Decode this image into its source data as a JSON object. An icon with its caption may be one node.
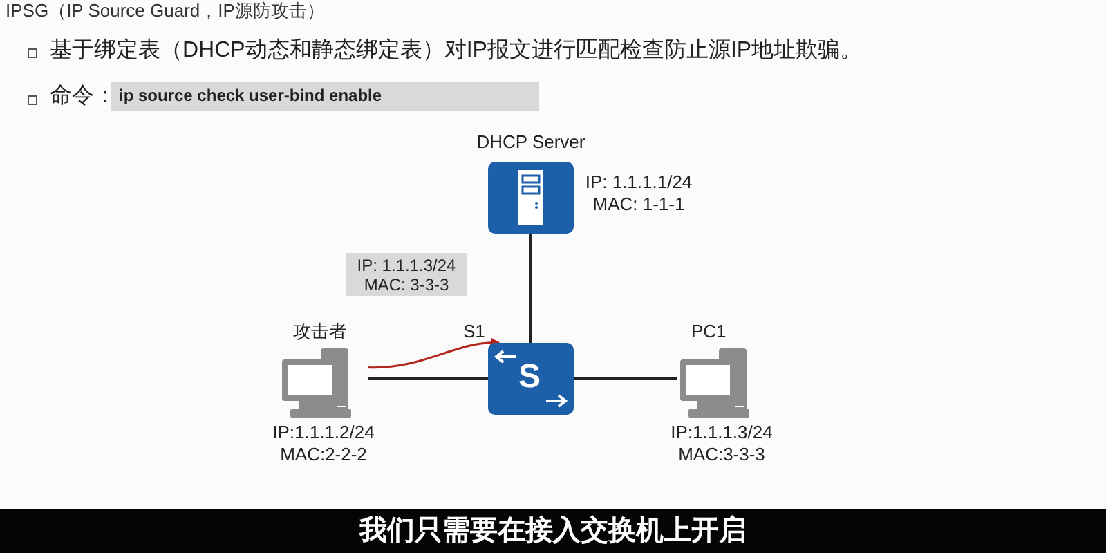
{
  "diagram": {
    "title": "IPSG（IP Source Guard，IP源防攻击）",
    "caption": "我们只需要在接入交换机上开启",
    "nodes": [
      {
        "text": [
          "DHCP Server"
        ],
        "beside": [
          "IP: 1.1.1.1/24 MAC: 1-1-1"
        ]
      },
      {
        "text": [
          "S1",
          "S"
        ]
      },
      {
        "text": [
          "攻击者"
        ],
        "beside": [
          "IP:1.1.1.2/24 MAC:2-2-2"
        ]
      },
      {
        "text": [
          "PC1"
        ],
        "beside": [
          "IP:1.1.1.3/24 MAC:3-3-3"
        ]
      },
      {
        "text": [
          "IP: 1.1.1.3/24 MAC: 3-3-3"
        ]
      }
    ],
    "edges": [
      {
        "from": 0,
        "to": 1,
        "arrow": "none"
      },
      {
        "from": 2,
        "to": 1,
        "arrow": "none"
      },
      {
        "from": 1,
        "to": 3,
        "arrow": "none"
      },
      {
        "from": 2,
        "to": 1,
        "arrow": "to",
        "color": "#b3261e"
      }
    ],
    "labels": [
      "基于绑定表（DHCP动态和静态绑定表）对IP报文进行匹配检查防止源IP地址欺骗。",
      "命令：",
      "ip source check user-bind enable"
    ]
  }
}
